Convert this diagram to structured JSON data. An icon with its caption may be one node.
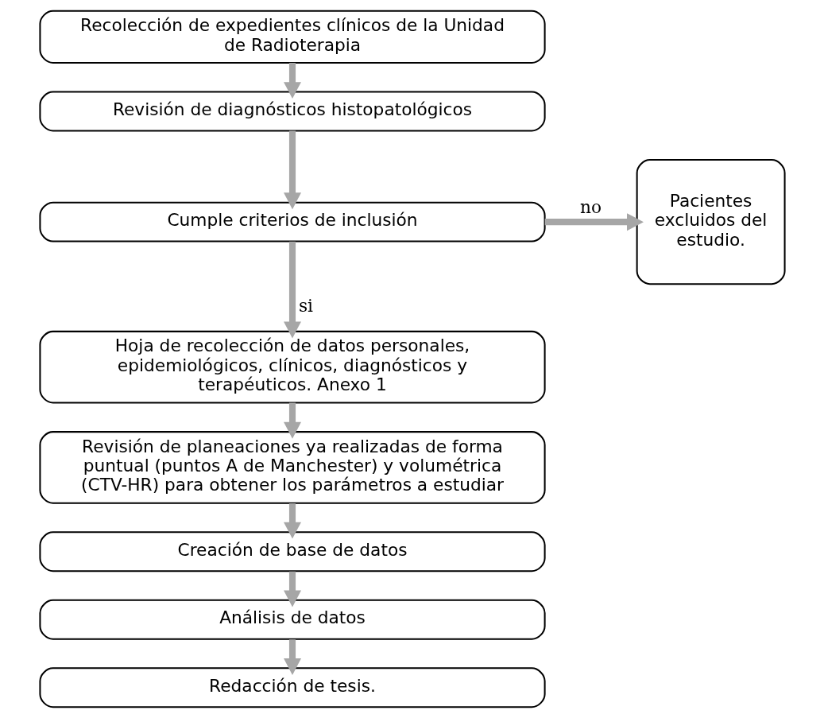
{
  "diagram": {
    "nodes": [
      {
        "text": [
          "Recolección de expedientes clínicos de la Unidad de Radioterapia"
        ]
      },
      {
        "text": [
          "Revisión de diagnósticos histopatológicos"
        ]
      },
      {
        "text": [
          "Cumple criterios de inclusión"
        ]
      },
      {
        "text": [
          "Pacientes excluidos del estudio."
        ]
      },
      {
        "text": [
          "Hoja de recolección de datos personales, epidemiológicos, clínicos, diagnósticos y terapéuticos. Anexo 1"
        ]
      },
      {
        "text": [
          "Revisión de planeaciones ya realizadas de forma puntual (puntos A de Manchester) y volumétrica (CTV-HR) para obtener los parámetros a estudiar"
        ]
      },
      {
        "text": [
          "Creación de base de datos"
        ]
      },
      {
        "text": [
          "Análisis de datos"
        ]
      },
      {
        "text": [
          "Redacción de tesis."
        ]
      }
    ],
    "edges": [
      {
        "from": 0,
        "to": 1,
        "arrow": "to"
      },
      {
        "from": 1,
        "to": 2,
        "arrow": "to"
      },
      {
        "from": 2,
        "to": 3,
        "arrow": "to",
        "label": "no"
      },
      {
        "from": 2,
        "to": 4,
        "arrow": "to",
        "label": "si"
      },
      {
        "from": 4,
        "to": 5,
        "arrow": "to"
      },
      {
        "from": 5,
        "to": 6,
        "arrow": "to"
      },
      {
        "from": 6,
        "to": 7,
        "arrow": "to"
      },
      {
        "from": 7,
        "to": 8,
        "arrow": "to"
      }
    ]
  }
}
